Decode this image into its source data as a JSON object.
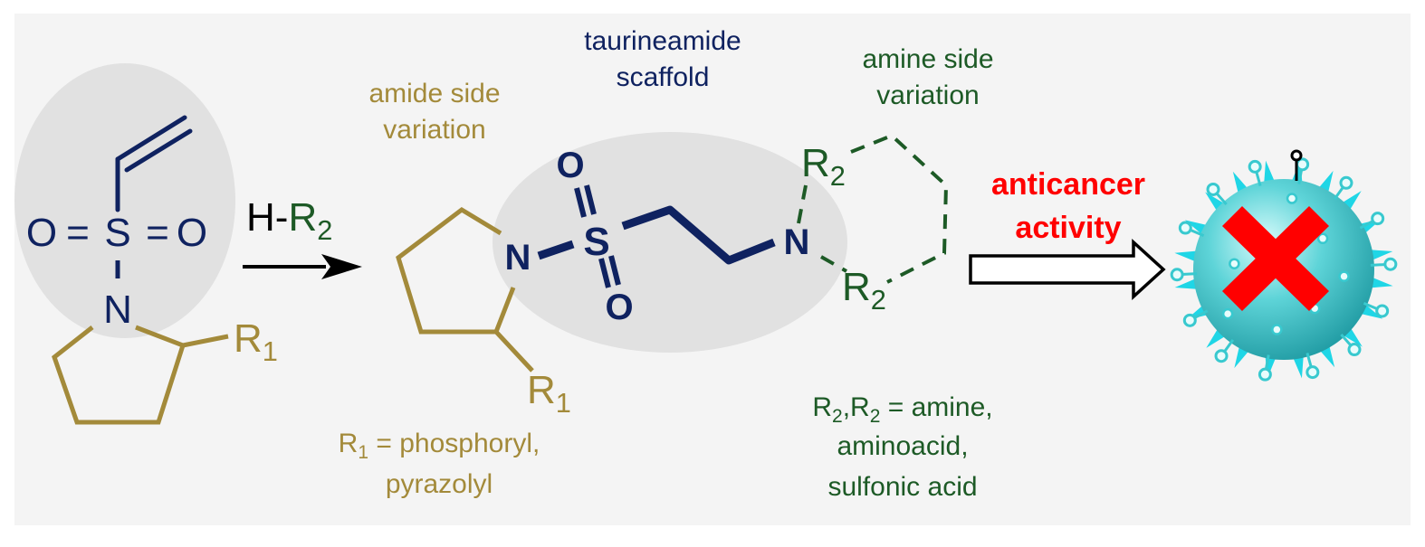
{
  "colors": {
    "navy": "#0f2260",
    "gold": "#a38a3a",
    "green": "#1d5a26",
    "red": "#ff0000",
    "panel": "#f4f4f4",
    "ellipse": "#e1e1e1",
    "cell": "#38c9cf",
    "spike": "#1fd6e6"
  },
  "reactant": {
    "atom_o_left": "O",
    "atom_s": "S",
    "atom_o_right": "O",
    "atom_n": "N",
    "bond_eq": "=",
    "r1_letter": "R",
    "r1_sub": "1"
  },
  "reagent": {
    "h_prefix": "H-",
    "r2_letter": "R",
    "r2_sub": "2"
  },
  "labels": {
    "amide_line1": "amide side",
    "amide_line2": "variation",
    "taurine_line1": "taurineamide",
    "taurine_line2": "scaffold",
    "amine_line1": "amine side",
    "amine_line2": "variation",
    "anticancer_line1": "anticancer",
    "anticancer_line2": "activity"
  },
  "product": {
    "atom_n_amide": "N",
    "atom_s": "S",
    "atom_o_top": "O",
    "atom_o_bottom": "O",
    "atom_n_amine": "N",
    "r1_letter": "R",
    "r1_sub": "1",
    "r2_top_letter": "R",
    "r2_top_sub": "2",
    "r2_bottom_letter": "R",
    "r2_bottom_sub": "2"
  },
  "notes": {
    "r1_letter": "R",
    "r1_sub": "1",
    "r1_text": " = phosphoryl,",
    "r1_line2": "pyrazolyl",
    "r2a_letter": "R",
    "r2a_sub": "2",
    "r2_comma": ",",
    "r2b_letter": "R",
    "r2b_sub": "2",
    "r2_text": " = amine,",
    "r2_line2": "aminoacid,",
    "r2_line3": "sulfonic acid"
  }
}
